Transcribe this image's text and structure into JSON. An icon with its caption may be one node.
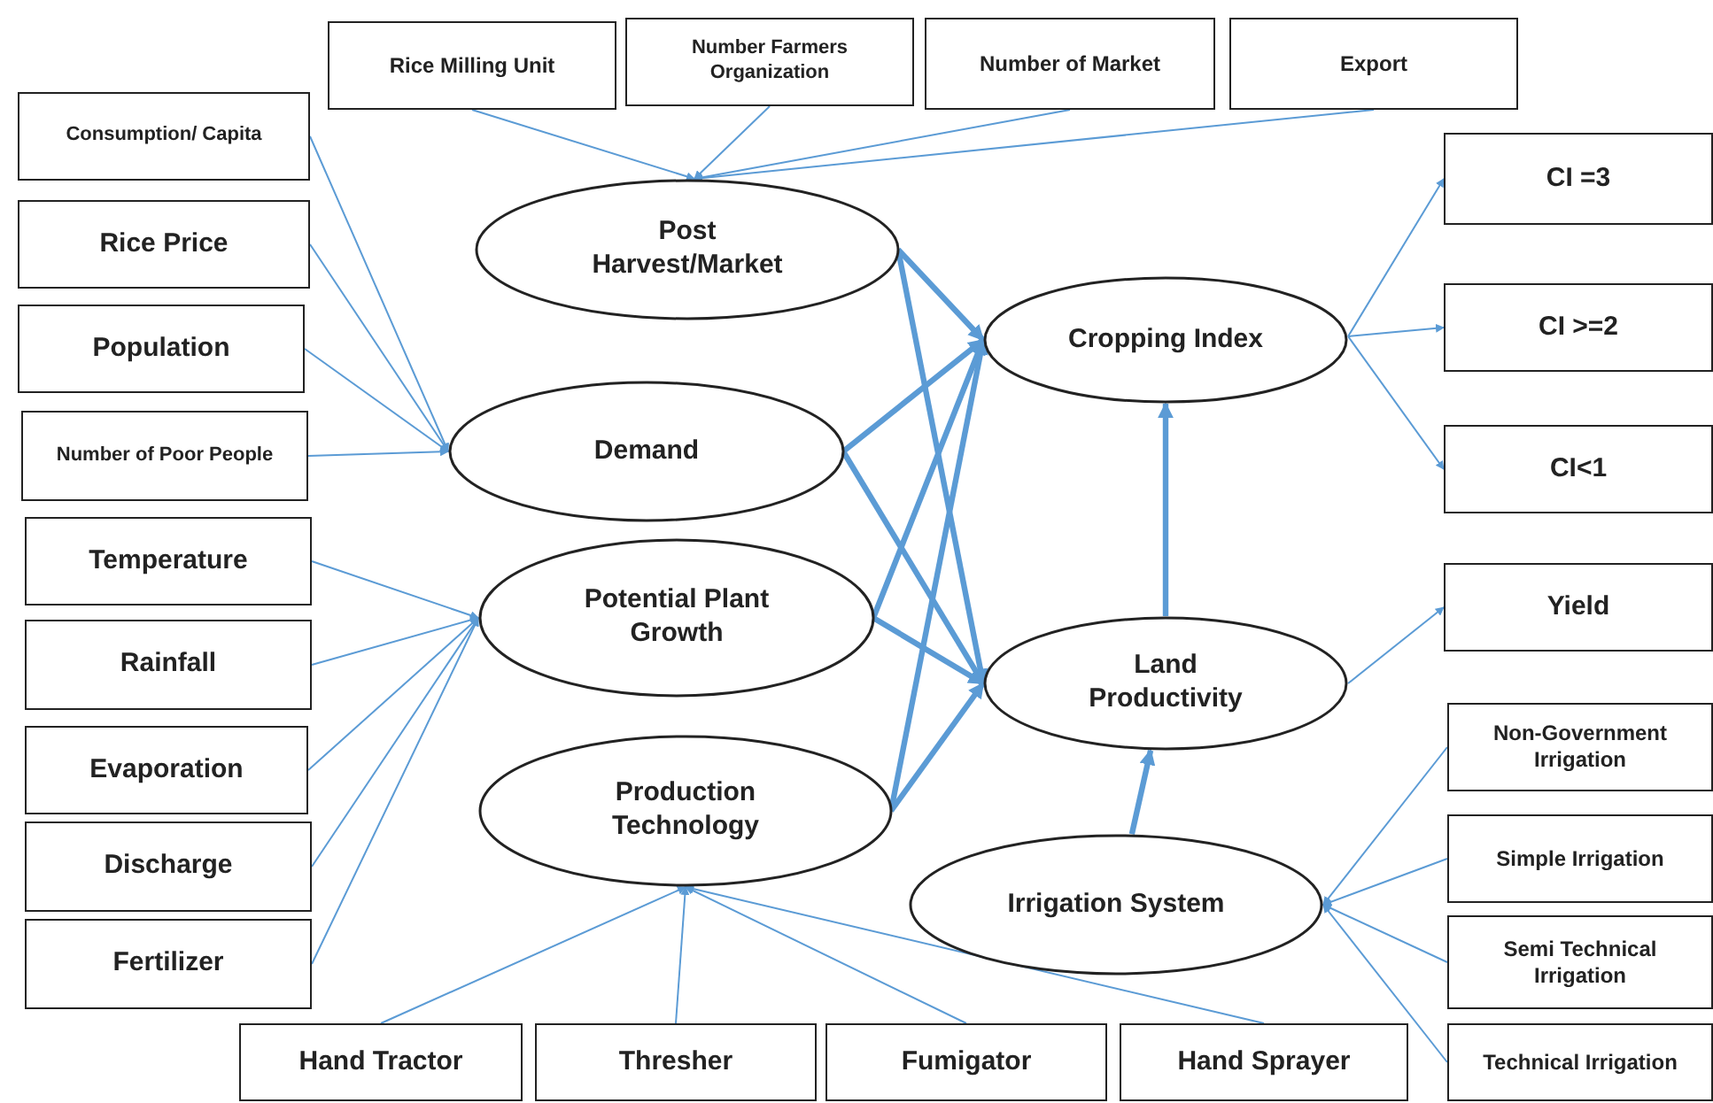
{
  "diagram": {
    "nodes": [
      {
        "text": [
          "Rice Milling Unit"
        ]
      },
      {
        "text": [
          "Number Farmers Organization"
        ]
      },
      {
        "text": [
          "Number of Market"
        ]
      },
      {
        "text": [
          "Export"
        ]
      },
      {
        "text": [
          "Consumption/ Capita"
        ]
      },
      {
        "text": [
          "Rice Price"
        ]
      },
      {
        "text": [
          "Population"
        ]
      },
      {
        "text": [
          "Number of Poor People"
        ]
      },
      {
        "text": [
          "Temperature"
        ]
      },
      {
        "text": [
          "Rainfall"
        ]
      },
      {
        "text": [
          "Evaporation"
        ]
      },
      {
        "text": [
          "Discharge"
        ]
      },
      {
        "text": [
          "Fertilizer"
        ]
      },
      {
        "text": [
          "Post Harvest/Market"
        ]
      },
      {
        "text": [
          "Demand"
        ]
      },
      {
        "text": [
          "Potential Plant Growth"
        ]
      },
      {
        "text": [
          "Production Technology"
        ]
      },
      {
        "text": [
          "Cropping Index"
        ]
      },
      {
        "text": [
          "Land Productivity"
        ]
      },
      {
        "text": [
          "Irrigation System"
        ]
      },
      {
        "text": [
          "CI =3"
        ]
      },
      {
        "text": [
          "CI >=2"
        ]
      },
      {
        "text": [
          "CI<1"
        ]
      },
      {
        "text": [
          "Yield"
        ]
      },
      {
        "text": [
          "Non-Government Irrigation"
        ]
      },
      {
        "text": [
          "Simple Irrigation"
        ]
      },
      {
        "text": [
          "Semi Technical Irrigation"
        ]
      },
      {
        "text": [
          "Technical Irrigation"
        ]
      },
      {
        "text": [
          "Hand Tractor"
        ]
      },
      {
        "text": [
          "Thresher"
        ]
      },
      {
        "text": [
          "Fumigator"
        ]
      },
      {
        "text": [
          "Hand Sprayer"
        ]
      }
    ],
    "edges": [
      {
        "from": 0,
        "to": 13,
        "arrow": "to"
      },
      {
        "from": 1,
        "to": 13,
        "arrow": "to"
      },
      {
        "from": 2,
        "to": 13,
        "arrow": "to"
      },
      {
        "from": 3,
        "to": 13,
        "arrow": "to"
      },
      {
        "from": 4,
        "to": 14,
        "arrow": "to"
      },
      {
        "from": 5,
        "to": 14,
        "arrow": "to"
      },
      {
        "from": 6,
        "to": 14,
        "arrow": "to"
      },
      {
        "from": 7,
        "to": 14,
        "arrow": "to"
      },
      {
        "from": 8,
        "to": 15,
        "arrow": "to"
      },
      {
        "from": 9,
        "to": 15,
        "arrow": "to"
      },
      {
        "from": 10,
        "to": 15,
        "arrow": "to"
      },
      {
        "from": 11,
        "to": 15,
        "arrow": "to"
      },
      {
        "from": 12,
        "to": 15,
        "arrow": "to"
      },
      {
        "from": 28,
        "to": 16,
        "arrow": "to"
      },
      {
        "from": 29,
        "to": 16,
        "arrow": "to"
      },
      {
        "from": 30,
        "to": 16,
        "arrow": "to"
      },
      {
        "from": 31,
        "to": 16,
        "arrow": "to"
      },
      {
        "from": 24,
        "to": 19,
        "arrow": "to"
      },
      {
        "from": 25,
        "to": 19,
        "arrow": "to"
      },
      {
        "from": 26,
        "to": 19,
        "arrow": "to"
      },
      {
        "from": 27,
        "to": 19,
        "arrow": "to"
      },
      {
        "from": 17,
        "to": 20,
        "arrow": "to"
      },
      {
        "from": 17,
        "to": 21,
        "arrow": "to"
      },
      {
        "from": 17,
        "to": 22,
        "arrow": "to"
      },
      {
        "from": 18,
        "to": 23,
        "arrow": "to"
      },
      {
        "from": 13,
        "to": 17,
        "arrow": "to",
        "style": "thick"
      },
      {
        "from": 13,
        "to": 18,
        "arrow": "to",
        "style": "thick"
      },
      {
        "from": 14,
        "to": 17,
        "arrow": "to",
        "style": "thick"
      },
      {
        "from": 14,
        "to": 18,
        "arrow": "to",
        "style": "thick"
      },
      {
        "from": 15,
        "to": 17,
        "arrow": "to",
        "style": "thick"
      },
      {
        "from": 15,
        "to": 18,
        "arrow": "to",
        "style": "thick"
      },
      {
        "from": 16,
        "to": 17,
        "arrow": "to",
        "style": "thick"
      },
      {
        "from": 16,
        "to": 18,
        "arrow": "to",
        "style": "thick"
      },
      {
        "from": 18,
        "to": 17,
        "arrow": "to",
        "style": "thick"
      },
      {
        "from": 19,
        "to": 18,
        "arrow": "to",
        "style": "thick"
      }
    ]
  }
}
